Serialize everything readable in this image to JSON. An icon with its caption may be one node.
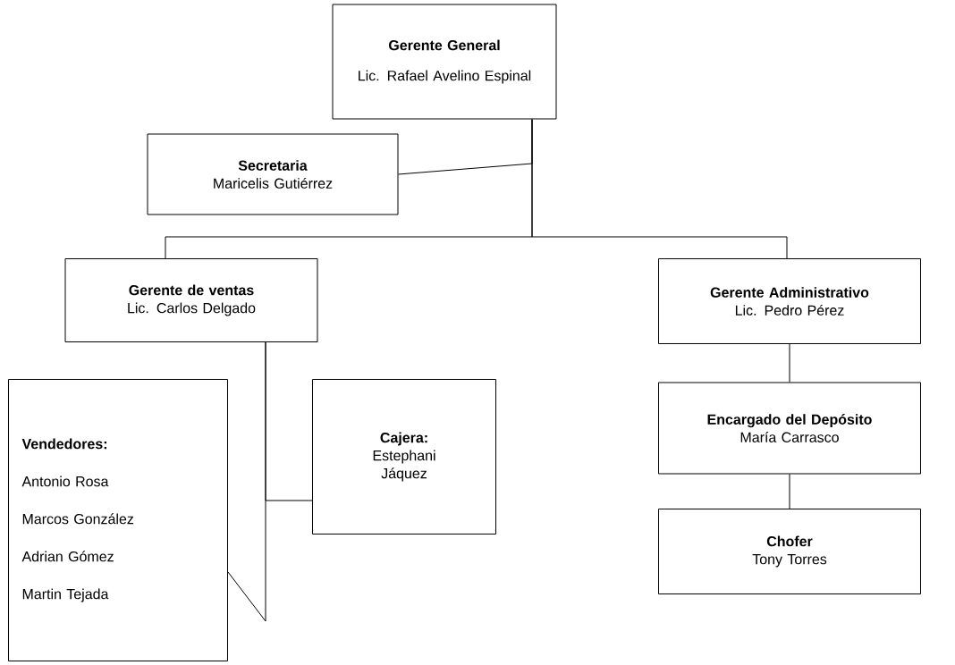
{
  "diagram": {
    "nodes": [
      {
        "text": [
          "Gerente General",
          "Lic. Rafael Avelino Espinal"
        ]
      },
      {
        "text": [
          "Secretaria",
          "Maricelis Gutiérrez"
        ]
      },
      {
        "text": [
          "Gerente de ventas",
          "Lic. Carlos Delgado"
        ]
      },
      {
        "text": [
          "Gerente Administrativo",
          "Lic. Pedro Pérez"
        ]
      },
      {
        "text": [
          "Vendedores:",
          "Antonio Rosa",
          "Marcos González",
          "Adrian Gómez",
          "Martin Tejada"
        ]
      },
      {
        "text": [
          "Cajera:",
          "Estephani Jáquez"
        ]
      },
      {
        "text": [
          "Encargado del Depósito",
          "María Carrasco"
        ]
      },
      {
        "text": [
          "Chofer",
          "Tony Torres"
        ]
      }
    ],
    "edges": [
      {
        "from": 0,
        "to": 1,
        "arrow": "none"
      },
      {
        "from": 0,
        "to": 2,
        "arrow": "none"
      },
      {
        "from": 0,
        "to": 3,
        "arrow": "none"
      },
      {
        "from": 2,
        "to": 4,
        "arrow": "none"
      },
      {
        "from": 2,
        "to": 5,
        "arrow": "none"
      },
      {
        "from": 3,
        "to": 6,
        "arrow": "none"
      },
      {
        "from": 6,
        "to": 7,
        "arrow": "none"
      }
    ]
  }
}
